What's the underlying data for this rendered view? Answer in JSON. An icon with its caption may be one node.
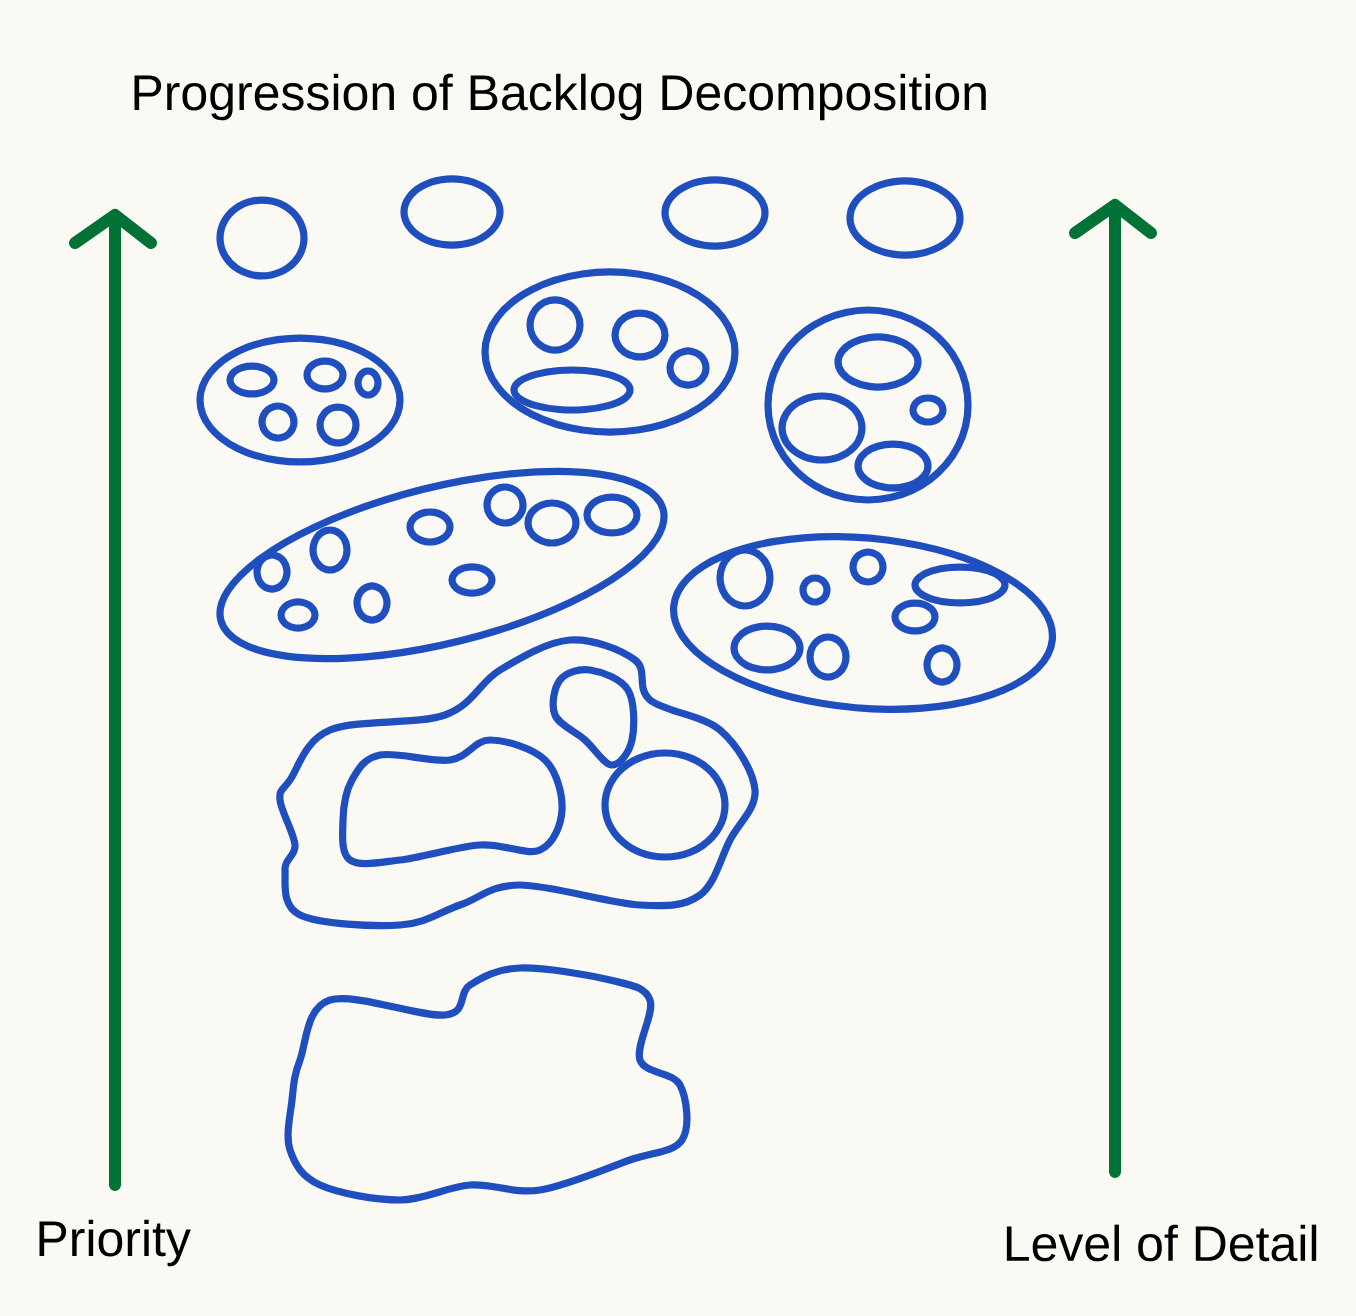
{
  "diagram": {
    "title": "Progression of Backlog Decomposition",
    "labels": [
      "Priority",
      "Level of Detail"
    ]
  }
}
